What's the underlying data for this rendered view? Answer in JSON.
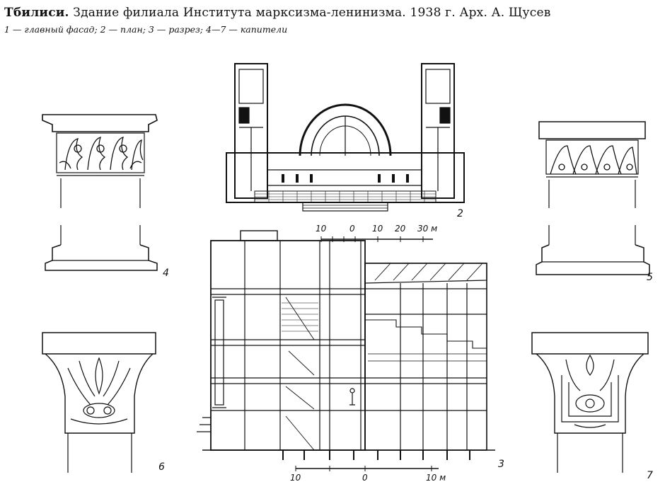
{
  "title": {
    "bold": "Тбилиси.",
    "rest": "Здание филиала Института марксизма-ленинизма. 1938 г. Арх. А. Щусев"
  },
  "subtitle": "1 — главный фасад;  2 — план;  3 — разрез;  4—7 — капители",
  "figures": {
    "plan_number": "2",
    "section_number": "3",
    "capital_4": "4",
    "capital_5": "5",
    "capital_6": "6",
    "capital_7": "7"
  },
  "plan_scale": {
    "labels": [
      "10",
      "0",
      "10",
      "20",
      "30 м"
    ]
  },
  "section_scale": {
    "labels": [
      "10",
      "0",
      "10 м"
    ]
  },
  "colors": {
    "ink": "#111111",
    "paper": "#ffffff"
  }
}
